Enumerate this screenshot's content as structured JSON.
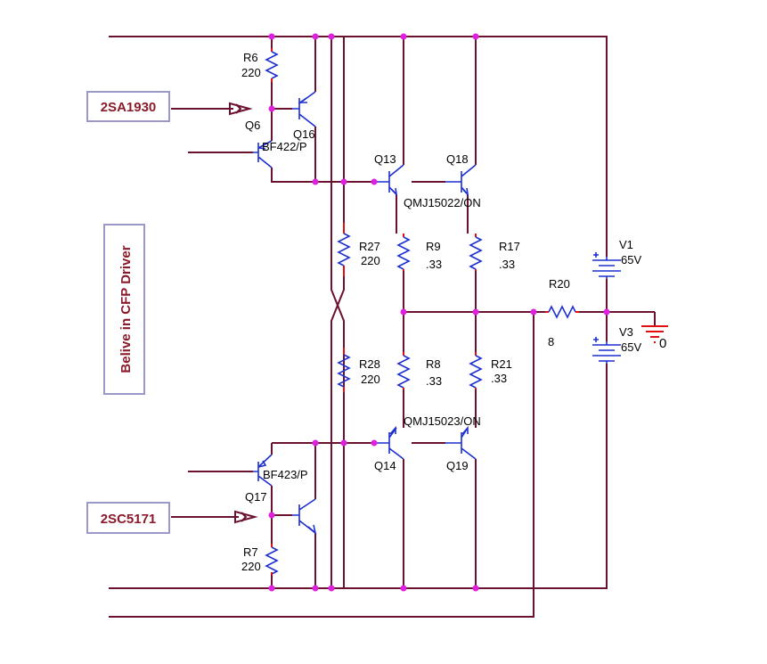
{
  "input_labels": {
    "top": "2SA1930",
    "bottom": "2SC5171"
  },
  "note": "Belive in CFP Driver",
  "components": {
    "R6": {
      "ref": "R6",
      "value": "220"
    },
    "R7": {
      "ref": "R7",
      "value": "220"
    },
    "R27": {
      "ref": "R27",
      "value": "220"
    },
    "R28": {
      "ref": "R28",
      "value": "220"
    },
    "R9": {
      "ref": "R9",
      "value": ".33"
    },
    "R8": {
      "ref": "R8",
      "value": ".33"
    },
    "R17": {
      "ref": "R17",
      "value": ".33"
    },
    "R21": {
      "ref": "R21",
      "value": ".33"
    },
    "R20": {
      "ref": "R20",
      "value": "8"
    },
    "Q6": {
      "ref": "Q6",
      "model": "BF422/P"
    },
    "Q16": {
      "ref": "Q16"
    },
    "Q17": {
      "ref": "Q17",
      "model": "BF423/P"
    },
    "Q13": {
      "ref": "Q13",
      "model": "QMJ15022/ON"
    },
    "Q18": {
      "ref": "Q18"
    },
    "Q14": {
      "ref": "Q14",
      "model": "QMJ15023/ON"
    },
    "Q19": {
      "ref": "Q19"
    },
    "V1": {
      "ref": "V1",
      "value": "65V"
    },
    "V3": {
      "ref": "V3",
      "value": "65V"
    },
    "gnd": {
      "value": "0"
    }
  },
  "colors": {
    "wire": "#6b1230",
    "component": "#1c2fd0",
    "resistor_lead": "#e01010",
    "junction": "#e020e0",
    "label_box_border": "#9a98c8",
    "label_text": "#8b1a2a"
  }
}
